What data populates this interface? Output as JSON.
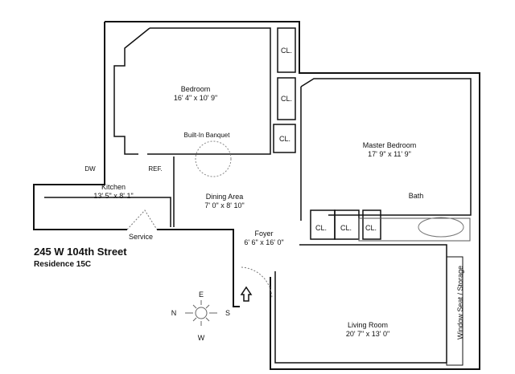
{
  "header": {
    "address": "245 W 104th Street",
    "residence": "Residence 15C"
  },
  "rooms": {
    "bedroom": {
      "name": "Bedroom",
      "size": "16' 4\" x 10' 9\""
    },
    "master_bedroom": {
      "name": "Master Bedroom",
      "size": "17' 9\" x 11' 9\""
    },
    "dining": {
      "name": "Dining Area",
      "size": "7' 0\" x 8' 10\""
    },
    "kitchen": {
      "name": "Kitchen",
      "size": "13' 5\" x 8' 1\""
    },
    "foyer": {
      "name": "Foyer",
      "size": "6' 6\" x 16' 0\""
    },
    "living": {
      "name": "Living Room",
      "size": "20' 7\" x 13' 0\""
    },
    "bath": {
      "name": "Bath"
    }
  },
  "fixtures": {
    "banquet": "Built-In Banquet",
    "dw": "DW",
    "ref": "REF.",
    "service": "Service",
    "window_seat": "Window Seat / Storage"
  },
  "closets": [
    "CL.",
    "CL.",
    "CL.",
    "CL.",
    "CL.",
    "CL."
  ],
  "compass": {
    "north": "N",
    "south": "S",
    "east": "E",
    "west": "W"
  }
}
